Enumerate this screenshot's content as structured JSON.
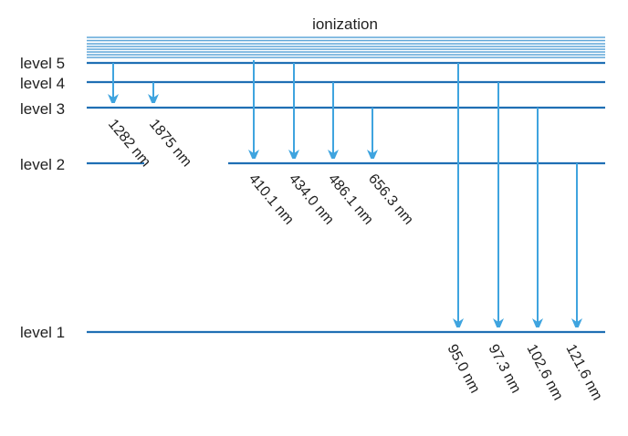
{
  "title": "ionization",
  "colors": {
    "level_line": "#1f6fb4",
    "arrow": "#3fa4df",
    "text": "#1f1f1f"
  },
  "levels": [
    {
      "id": "level5",
      "label": "level 5"
    },
    {
      "id": "level4",
      "label": "level 4"
    },
    {
      "id": "level3",
      "label": "level 3"
    },
    {
      "id": "level2",
      "label": "level 2"
    },
    {
      "id": "level1",
      "label": "level 1"
    }
  ],
  "transitions": [
    {
      "from": "level5",
      "to": "level3",
      "wavelength": "1282 nm"
    },
    {
      "from": "level4",
      "to": "level3",
      "wavelength": "1875 nm"
    },
    {
      "from": "level6",
      "to": "level2",
      "wavelength": "410.1 nm"
    },
    {
      "from": "level5",
      "to": "level2",
      "wavelength": "434.0 nm"
    },
    {
      "from": "level4",
      "to": "level2",
      "wavelength": "486.1 nm"
    },
    {
      "from": "level3",
      "to": "level2",
      "wavelength": "656.3 nm"
    },
    {
      "from": "level5",
      "to": "level1",
      "wavelength": "95.0 nm"
    },
    {
      "from": "level4",
      "to": "level1",
      "wavelength": "97.3 nm"
    },
    {
      "from": "level3",
      "to": "level1",
      "wavelength": "102.6 nm"
    },
    {
      "from": "level2",
      "to": "level1",
      "wavelength": "121.6 nm"
    }
  ]
}
